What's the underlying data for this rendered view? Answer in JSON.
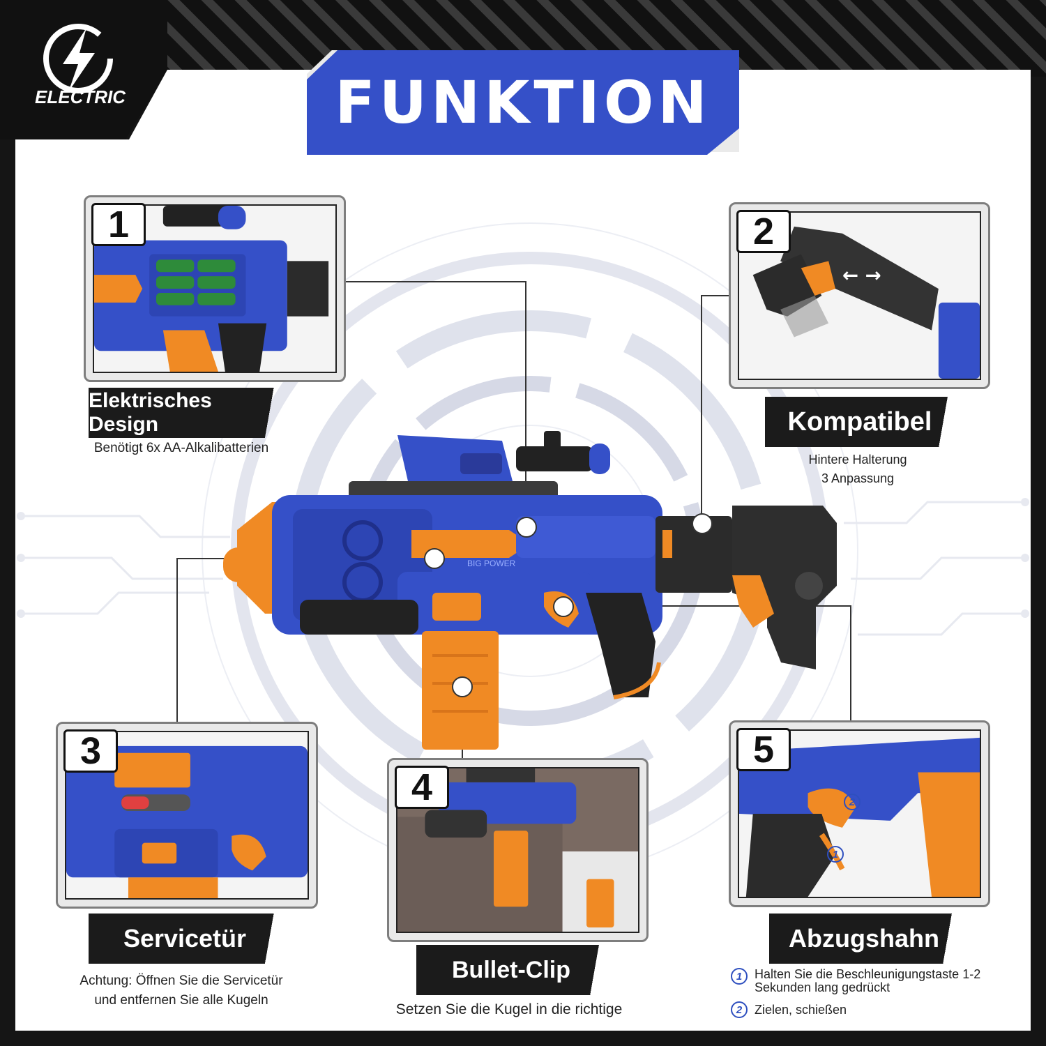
{
  "logo": {
    "text": "ELECTRIC",
    "icon": "lightning-bolt-icon"
  },
  "title": "FUNKTION",
  "colors": {
    "accent_blue": "#3550c8",
    "orange": "#f08a24",
    "dark": "#1a1a1a",
    "gray": "#8a8a8a"
  },
  "features": [
    {
      "number": "1",
      "label": "Elektrisches Design",
      "description_lines": [
        "Benötigt 6x AA-Alkalibatterien"
      ]
    },
    {
      "number": "2",
      "label": "Kompatibel",
      "description_lines": [
        "Hintere Halterung",
        "3 Anpassung"
      ]
    },
    {
      "number": "3",
      "label": "Servicetür",
      "description_lines": [
        "Achtung: Öffnen Sie die Servicetür",
        "und entfernen Sie alle Kugeln"
      ]
    },
    {
      "number": "4",
      "label": "Bullet-Clip",
      "description_lines": [
        "Setzen Sie die Kugel in die richtige"
      ]
    },
    {
      "number": "5",
      "label": "Abzugshahn",
      "steps": [
        {
          "marker": "1",
          "text_lines": [
            "Halten Sie die Beschleunigungstaste 1-2",
            "Sekunden lang gedrückt"
          ]
        },
        {
          "marker": "2",
          "text_lines": [
            "Zielen, schießen"
          ]
        }
      ]
    }
  ],
  "callout_markers": {
    "trigger_step_1": "1",
    "trigger_step_2": "2"
  },
  "blaster_print": "BIG POWER"
}
